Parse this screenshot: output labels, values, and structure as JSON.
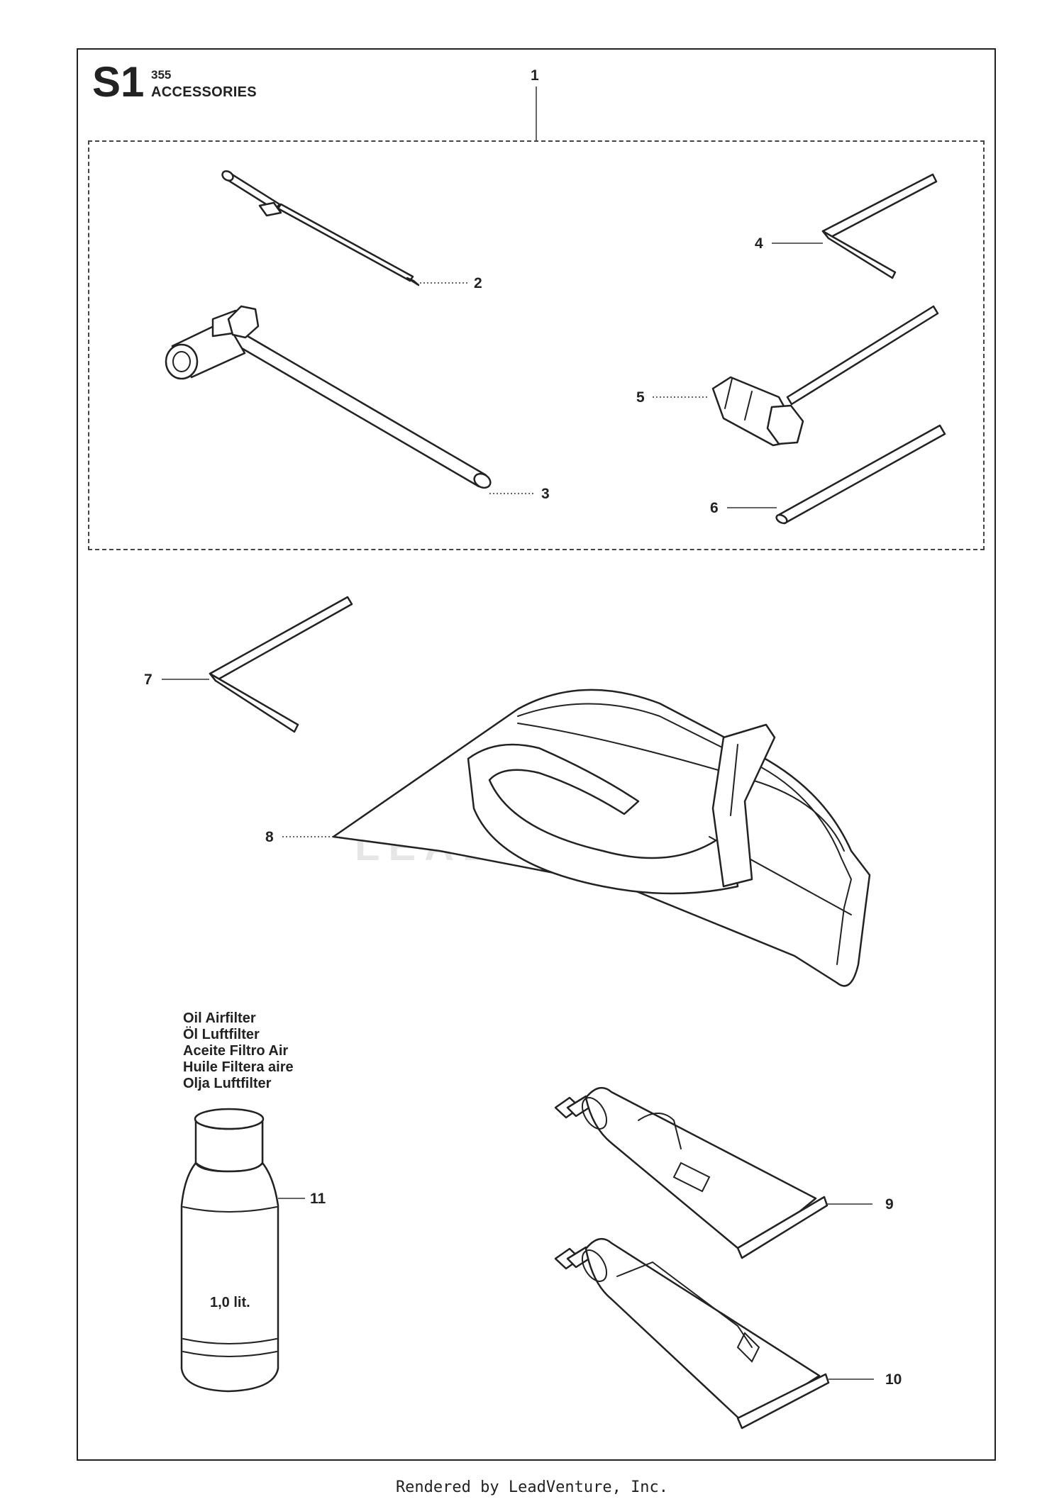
{
  "header": {
    "code": "S1",
    "model": "355",
    "title": "ACCESSORIES"
  },
  "callouts": {
    "c1": "1",
    "c2": "2",
    "c3": "3",
    "c4": "4",
    "c5": "5",
    "c6": "6",
    "c7": "7",
    "c8": "8",
    "c9": "9",
    "c10": "10",
    "c11": "11"
  },
  "oil": {
    "labels": [
      "Oil Airfilter",
      "Öl Luftfilter",
      "Aceite Filtro Air",
      "Huile Filtera aire",
      "Olja Luftfilter"
    ],
    "volume": "1,0 lit."
  },
  "watermark": "LEADVENTURE",
  "footer": "Rendered by LeadVenture, Inc.",
  "icons": [
    "screwdriver-icon",
    "combination-wrench-icon",
    "hex-key-icon",
    "spark-plug-wrench-icon",
    "tommy-bar-icon",
    "harness-bag-icon",
    "grease-tube-icon",
    "oil-bottle-icon"
  ]
}
